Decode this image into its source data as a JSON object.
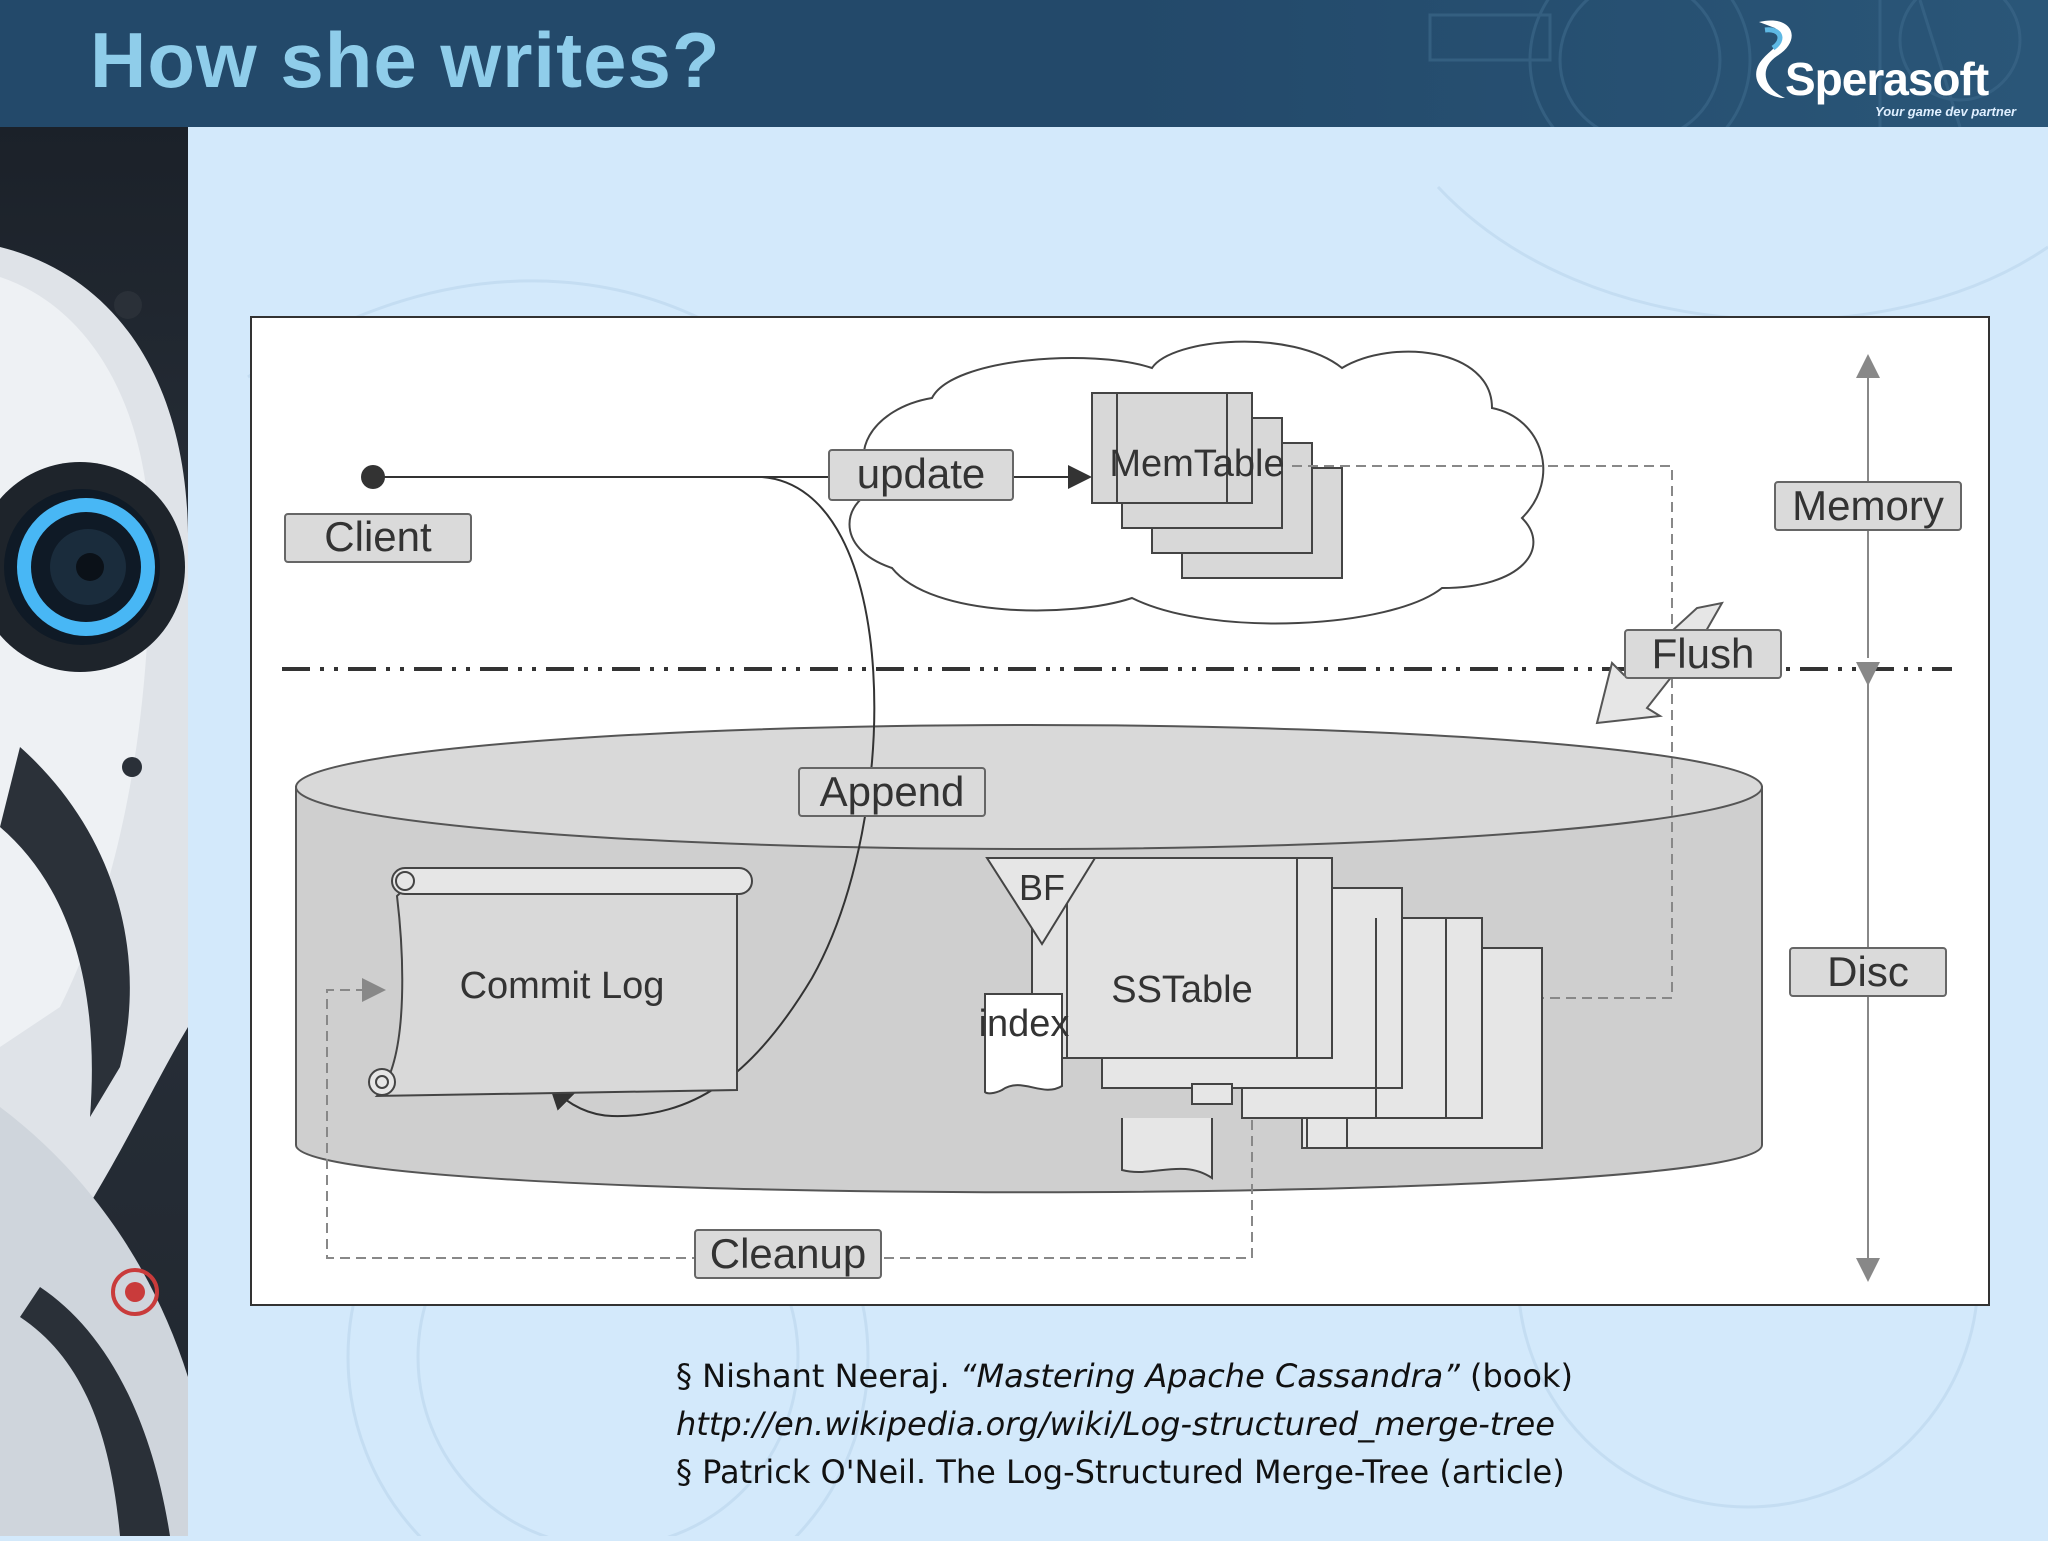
{
  "slide": {
    "title": "How she writes?",
    "logo": {
      "name": "Sperasoft",
      "tagline": "Your game dev partner"
    }
  },
  "diagram": {
    "client": "Client",
    "update": "update",
    "memtable": "MemTable",
    "memory": "Memory",
    "flush": "Flush",
    "append": "Append",
    "commit_log": "Commit Log",
    "bf": "BF",
    "index": "index",
    "sstable": "SSTable",
    "disc": "Disc",
    "cleanup": "Cleanup"
  },
  "references": {
    "item1_bullet": "§",
    "item1_author": "Nishant Neeraj. ",
    "item1_title": "“Mastering Apache Cassandra”",
    "item1_suffix": " (book)",
    "url": "http://en.wikipedia.org/wiki/Log-structured_merge-tree",
    "item2": "§ Patrick O'Neil. The Log-Structured Merge-Tree (article)"
  },
  "colors": {
    "header": "#23496a",
    "title": "#8fcdea",
    "background": "#d3e9fb"
  }
}
